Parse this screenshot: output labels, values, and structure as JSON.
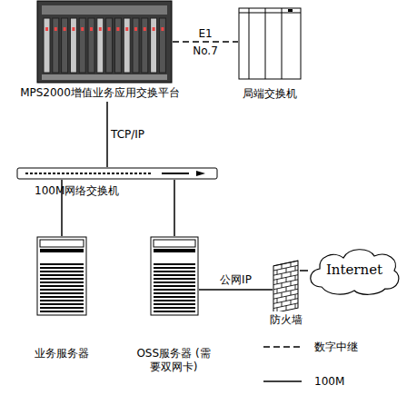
{
  "diagram": {
    "nodes": [
      {
        "text": [
          "MPS2000增值业务应用交换平台"
        ]
      },
      {
        "text": [
          "局端交换机"
        ]
      },
      {
        "text": [
          "100M网络交换机"
        ]
      },
      {
        "text": [
          "业务服务器"
        ]
      },
      {
        "text": [
          "OSS服务器 (需要双网卡)"
        ]
      },
      {
        "text": [
          "防火墙"
        ]
      },
      {
        "text": [
          "Internet"
        ]
      }
    ],
    "edges": [
      {
        "from": 0,
        "to": 1,
        "arrow": "none",
        "label": "E1"
      },
      {
        "from": 0,
        "to": 2,
        "arrow": "none",
        "label": "TCP/IP"
      },
      {
        "from": 2,
        "to": 3,
        "arrow": "none"
      },
      {
        "from": 2,
        "to": 4,
        "arrow": "none"
      },
      {
        "from": 4,
        "to": 5,
        "arrow": "none",
        "label": "公网IP"
      },
      {
        "from": 5,
        "to": 6,
        "arrow": "none"
      }
    ],
    "labels": [
      "No.7"
    ],
    "legend": [
      {
        "text": "数字中继"
      },
      {
        "text": "100M"
      }
    ]
  }
}
